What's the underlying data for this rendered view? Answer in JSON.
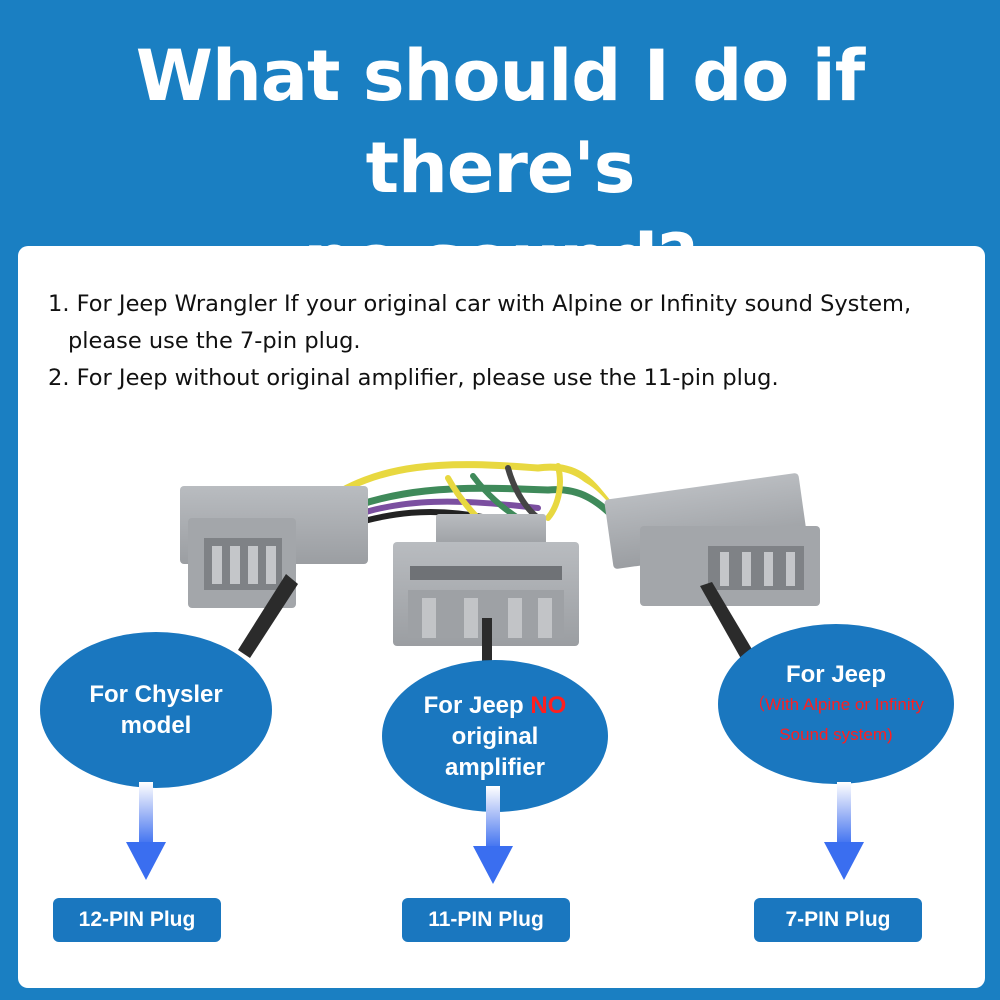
{
  "header": {
    "title_line1": "What should I do if there's",
    "title_line2": "no sound?"
  },
  "notes": [
    "1. For Jeep Wrangler If your original car with Alpine or Infinity sound System, please use the 7-pin plug.",
    "2. For Jeep without original amplifier, please use the 11-pin plug."
  ],
  "bubbles": {
    "left": {
      "line1": "For Chysler",
      "line2": "model"
    },
    "middle": {
      "line1_a": "For Jeep ",
      "line1_b": "NO",
      "line2": "original",
      "line3": "amplifier"
    },
    "right": {
      "line1": "For Jeep",
      "sub1": "（With Alpine or Infinity",
      "sub2": "Sound system)"
    }
  },
  "plugs": {
    "left": "12-PIN Plug",
    "middle": "11-PIN Plug",
    "right": "7-PIN Plug"
  },
  "colors": {
    "background": "#1a7fc2",
    "bubble": "#1a77bf",
    "accent_red": "#ff1f1f",
    "arrow": "#3a6ef0",
    "connector": "#a9acb0"
  },
  "icons": [
    "down-arrow-icon",
    "wiring-harness-image"
  ]
}
